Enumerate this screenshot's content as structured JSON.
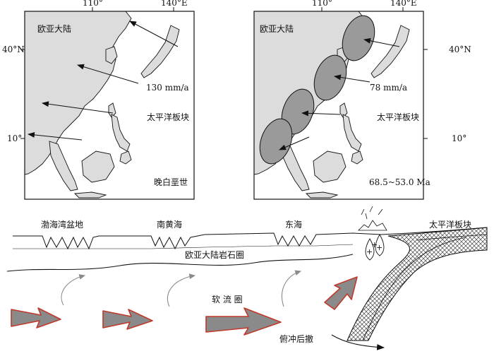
{
  "maps": {
    "left": {
      "lon_ticks": [
        "110°",
        "140°E"
      ],
      "lat_ticks": [
        "40°N",
        "10°"
      ],
      "continent_label": "欧亚大陆",
      "plate_label": "太平洋板块",
      "rate_label": "130 mm/a",
      "period_label": "晚白垩世"
    },
    "right": {
      "lon_ticks": [
        "110°",
        "140°E"
      ],
      "lat_ticks": [
        "40°N",
        "10°"
      ],
      "continent_label": "欧亚大陆",
      "plate_label": "太平洋板块",
      "rate_label": "78 mm/a",
      "period_label": "68.5~53.0 Ma"
    }
  },
  "section": {
    "basin_labels": [
      "渤海湾盆地",
      "南黄海",
      "东海"
    ],
    "plate_label": "太平洋板块",
    "lithosphere_label": "欧亚大陆岩石圈",
    "asthenosphere_label": "软 流 圈",
    "rollback_label": "俯冲后撤"
  },
  "colors": {
    "land": "#dcdcdc",
    "ellipse": "#9a9a9a",
    "flow_arrow_fill": "#8a8a8a",
    "flow_arrow_edge": "#c0392b",
    "upwell_arrow": "#8a8a8a",
    "line": "#111111"
  }
}
